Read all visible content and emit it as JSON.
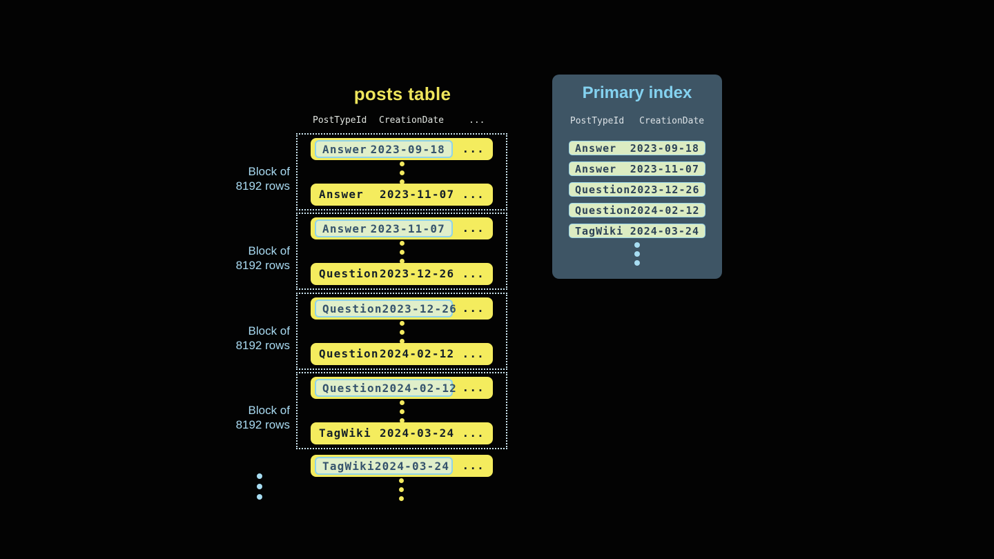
{
  "posts_table": {
    "title": "posts table",
    "columns": [
      "PostTypeId",
      "CreationDate"
    ],
    "ellipsis": "...",
    "block_label": [
      "Block of",
      "8192 rows"
    ],
    "blocks": [
      {
        "first": {
          "type": "Answer",
          "date": "2023-09-18"
        },
        "last": {
          "type": "Answer",
          "date": "2023-11-07"
        }
      },
      {
        "first": {
          "type": "Answer",
          "date": "2023-11-07"
        },
        "last": {
          "type": "Question",
          "date": "2023-12-26"
        }
      },
      {
        "first": {
          "type": "Question",
          "date": "2023-12-26"
        },
        "last": {
          "type": "Question",
          "date": "2024-02-12"
        }
      },
      {
        "first": {
          "type": "Question",
          "date": "2024-02-12"
        },
        "last": {
          "type": "TagWiki",
          "date": "2024-03-24"
        }
      }
    ],
    "next_block_first_row": {
      "type": "TagWiki",
      "date": "2024-03-24"
    }
  },
  "primary_index": {
    "title": "Primary index",
    "columns": [
      "PostTypeId",
      "CreationDate"
    ],
    "rows": [
      {
        "type": "Answer",
        "date": "2023-09-18"
      },
      {
        "type": "Answer",
        "date": "2023-11-07"
      },
      {
        "type": "Question",
        "date": "2023-12-26"
      },
      {
        "type": "Question",
        "date": "2024-02-12"
      },
      {
        "type": "TagWiki",
        "date": "2024-03-24"
      }
    ]
  },
  "colors": {
    "background": "#030303",
    "accent_yellow": "#f4ec5e",
    "accent_light_blue": "#a7ddf2",
    "panel_background": "#3e5565",
    "panel_title": "#84d2f0",
    "index_row_background": "#dcecc2",
    "index_row_border": "#9bd6ea",
    "highlight_box_background": "#e0efca",
    "highlight_box_border": "#8ed3ea",
    "highlight_text": "#35536d",
    "row_text_dark": "#141f28",
    "header_text": "#e0e4df",
    "block_label_text": "#a9daf1",
    "dotted_border": "#cfe9f4"
  }
}
